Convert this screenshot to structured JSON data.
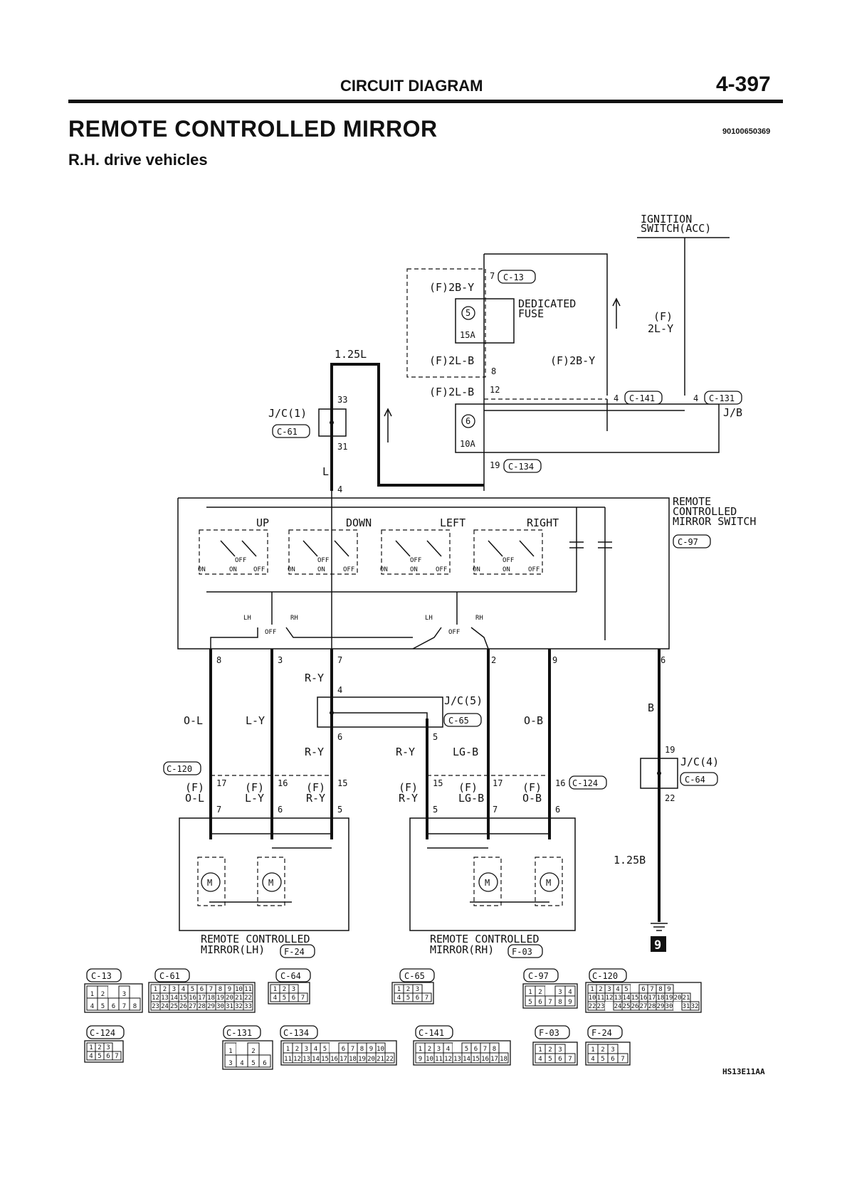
{
  "header": {
    "section": "CIRCUIT DIAGRAM",
    "page_number": "4-397",
    "title": "REMOTE CONTROLLED MIRROR",
    "doc_code": "90100650369",
    "subtitle": "R.H. drive vehicles",
    "figure_code": "HS13E11AA"
  },
  "diagram": {
    "ignition": [
      "IGNITION",
      "SWITCH(ACC)"
    ],
    "dedicated_fuse": [
      "DEDICATED",
      "FUSE"
    ],
    "fuse5": {
      "no": "5",
      "amp": "15A"
    },
    "fuse6": {
      "no": "6",
      "amp": "10A"
    },
    "jb_label": "J/B",
    "jc1_label": "J/C(1)",
    "jc4_label": "J/C(4)",
    "jc5_label": "J/C(5)",
    "switch_label": [
      "REMOTE",
      "CONTROLLED",
      "MIRROR SWITCH"
    ],
    "mirror_lh": [
      "REMOTE CONTROLLED",
      "MIRROR(LH)"
    ],
    "mirror_rh": [
      "REMOTE CONTROLLED",
      "MIRROR(RH)"
    ],
    "switch_dirs": [
      "UP",
      "DOWN",
      "LEFT",
      "RIGHT"
    ],
    "switch_states": {
      "on": "ON",
      "off": "OFF"
    },
    "selector": {
      "lh": "LH",
      "rh": "RH",
      "off": "OFF"
    },
    "ground_id": "9",
    "connector_ids": {
      "c13": "C-13",
      "c61": "C-61",
      "c64": "C-64",
      "c65": "C-65",
      "c97": "C-97",
      "c120": "C-120",
      "c124": "C-124",
      "c131": "C-131",
      "c134": "C-134",
      "c141": "C-141",
      "f03": "F-03",
      "f24": "F-24"
    },
    "wires": {
      "f2by": "(F)2B-Y",
      "f2lb": "(F)2L-B",
      "f2ly_f": "(F)",
      "f2ly_v": "2L-Y",
      "w125l": "1.25L",
      "l": "L",
      "ry": "R-Y",
      "ol": "O-L",
      "ly": "L-Y",
      "ob": "O-B",
      "lgb": "LG-B",
      "b": "B",
      "w125b": "1.25B",
      "f": "(F)"
    },
    "pins": {
      "p7": "7",
      "p8": "8",
      "p12": "12",
      "p4": "4",
      "p33": "33",
      "p31": "31",
      "p19": "19",
      "p3": "3",
      "p2": "2",
      "p9": "9",
      "p6": "6",
      "p5": "5",
      "p17": "17",
      "p16": "16",
      "p15": "15",
      "p22": "22"
    },
    "legend_pins": {
      "c13": [
        [
          "1",
          "2",
          "",
          "3"
        ],
        [
          "4",
          "5",
          "6",
          "7",
          "8"
        ]
      ],
      "c61": [
        [
          "1",
          "2",
          "3",
          "4",
          "5",
          "6",
          "7",
          "8",
          "9",
          "10",
          "11"
        ],
        [
          "12",
          "13",
          "14",
          "15",
          "16",
          "17",
          "18",
          "19",
          "20",
          "21",
          "22"
        ],
        [
          "23",
          "24",
          "25",
          "26",
          "27",
          "28",
          "29",
          "30",
          "31",
          "32",
          "33"
        ]
      ],
      "c97": [
        [
          "1",
          "2",
          "",
          "3",
          "4"
        ],
        [
          "5",
          "6",
          "7",
          "8",
          "9"
        ]
      ],
      "c120": [
        [
          "1",
          "2",
          "3",
          "4",
          "5",
          "",
          "6",
          "7",
          "8",
          "9"
        ],
        [
          "10",
          "11",
          "12",
          "13",
          "14",
          "15",
          "16",
          "17",
          "18",
          "19",
          "20",
          "21"
        ],
        [
          "22",
          "23",
          "",
          "24",
          "25",
          "26",
          "27",
          "28",
          "29",
          "30",
          "",
          "31",
          "32"
        ]
      ],
      "c131": [
        [
          "1",
          "",
          "2"
        ],
        [
          "3",
          "4",
          "5",
          "6"
        ]
      ],
      "c134": [
        [
          "1",
          "2",
          "3",
          "4",
          "5",
          "",
          "6",
          "7",
          "8",
          "9",
          "10"
        ],
        [
          "11",
          "12",
          "13",
          "14",
          "15",
          "16",
          "17",
          "18",
          "19",
          "20",
          "21",
          "22"
        ]
      ],
      "c141": [
        [
          "1",
          "2",
          "3",
          "4",
          "",
          "5",
          "6",
          "7",
          "8"
        ],
        [
          "9",
          "10",
          "11",
          "12",
          "13",
          "14",
          "15",
          "16",
          "17",
          "18"
        ]
      ],
      "f03": [
        [
          "1",
          "2",
          "3"
        ],
        [
          "4",
          "5",
          "6",
          "7"
        ]
      ]
    }
  }
}
